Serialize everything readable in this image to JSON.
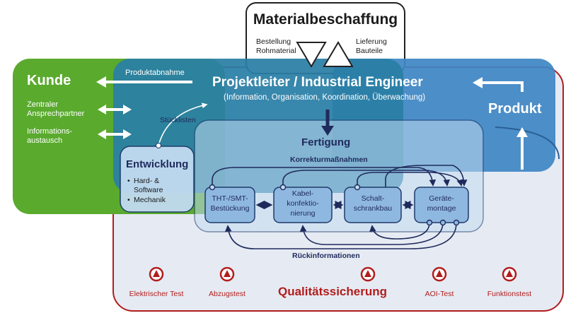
{
  "materialbeschaffung": {
    "title": "Materialbeschaffung",
    "left_line1": "Bestellung",
    "left_line2": "Rohmaterial",
    "right_line1": "Lieferung",
    "right_line2": "Bauteile"
  },
  "kunde": {
    "title": "Kunde",
    "contact_line1": "Zentraler",
    "contact_line2": "Ansprechpartner",
    "info_line1": "Informations-",
    "info_line2": "austausch"
  },
  "projektleiter": {
    "title": "Projektleiter / Industrial Engineer",
    "subtitle": "(Information, Organisation, Koordination, Überwachung)",
    "produktabnahme": "Produktabnahme",
    "stuecklisten": "Stücklisten"
  },
  "produkt": {
    "title": "Produkt"
  },
  "entwicklung": {
    "title": "Entwicklung",
    "item1_line1": "Hard- &",
    "item1_line2": "Software",
    "item2": "Mechanik"
  },
  "fertigung": {
    "title": "Fertigung",
    "korrektur": "Korrekturmaßnahmen",
    "rueckinfo": "Rückinformationen",
    "steps": [
      {
        "line1": "THT-/SMT-",
        "line2": "Bestückung",
        "line3": ""
      },
      {
        "line1": "Kabel-",
        "line2": "konfektio-",
        "line3": "nierung"
      },
      {
        "line1": "Schalt-",
        "line2": "schrankbau",
        "line3": ""
      },
      {
        "line1": "Geräte-",
        "line2": "montage",
        "line3": ""
      }
    ]
  },
  "qualitaet": {
    "title": "Qualitätssicherung",
    "tests": [
      "Elektrischer Test",
      "Abzugstest",
      "AOI-Test",
      "Funktionstest"
    ]
  },
  "colors": {
    "green": "#5aaa2e",
    "blue_dark": "#2a6aa8",
    "blue_mid": "#3f86c4",
    "quality_red": "#b21d1d",
    "arrow_navy": "#1f2a5c"
  }
}
